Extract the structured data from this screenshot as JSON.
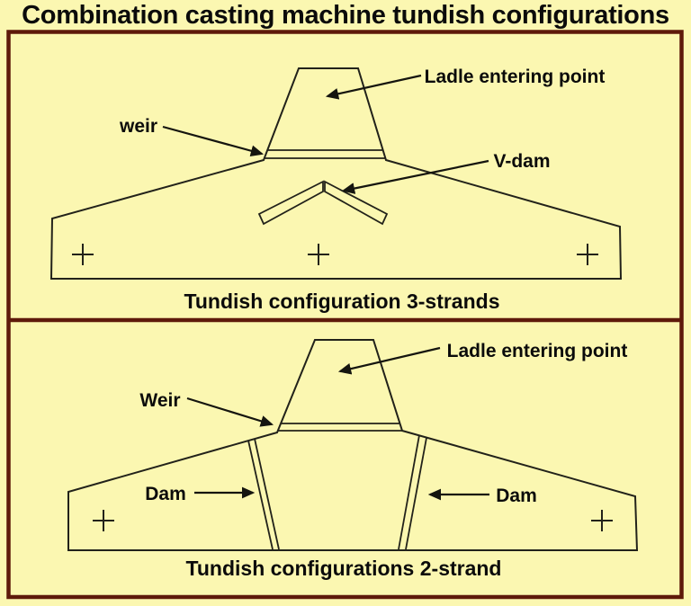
{
  "title": "Combination casting machine tundish configurations",
  "colors": {
    "background": "#FBF7B1",
    "frame": "#5E1A0A",
    "diagram_line": "#22221A",
    "text": "#0B0B0B"
  },
  "top_panel": {
    "caption": "Tundish configuration 3-strands",
    "ladle_label": "Ladle entering point",
    "weir_label": "weir",
    "vdam_label": "V-dam",
    "strand_marks": 3
  },
  "bottom_panel": {
    "caption": "Tundish configurations 2-strand",
    "ladle_label": "Ladle entering point",
    "weir_label": "Weir",
    "dam_left_label": "Dam",
    "dam_right_label": "Dam",
    "strand_marks": 2
  }
}
